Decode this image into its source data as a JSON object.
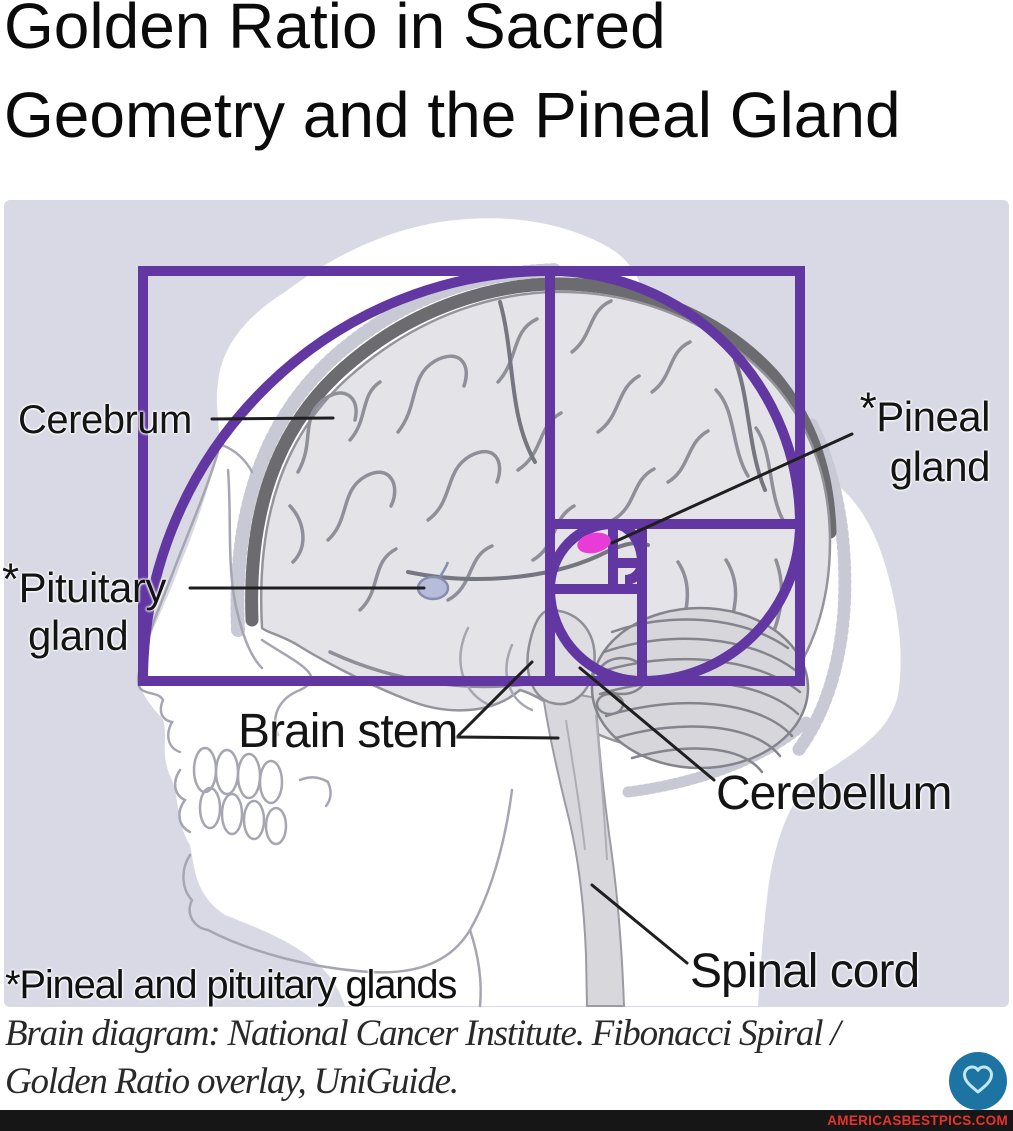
{
  "title": {
    "line1": "Golden Ratio in Sacred",
    "line2": "Geometry and the Pineal Gland"
  },
  "diagram": {
    "background_color": "#d9d9e5",
    "overlay_color": "#6237a2",
    "pineal_dot_color": "#e93cd7",
    "pituitary_dot_color": "#b7bcdb",
    "labels": {
      "cerebrum": "Cerebrum",
      "pineal": {
        "ast": "*",
        "line1": "Pineal",
        "line2": "gland"
      },
      "pituitary": {
        "ast": "*",
        "line1": "Pituitary",
        "line2": "gland"
      },
      "brain_stem": "Brain stem",
      "cerebellum": "Cerebellum",
      "spinal_cord": "Spinal cord"
    },
    "footnote": {
      "ast": "*",
      "text": "Pineal and pituitary glands"
    }
  },
  "caption": {
    "line1": "Brain diagram: National Cancer Institute. Fibonacci Spiral /",
    "line2": "Golden Ratio overlay, UniGuide."
  },
  "footer": {
    "like_button_icon": "heart-outline-icon",
    "like_button_color": "#1d74a3",
    "watermark": "AMERICASBESTPICS.COM",
    "watermark_color": "#e8332c",
    "bar_color": "#161616"
  }
}
